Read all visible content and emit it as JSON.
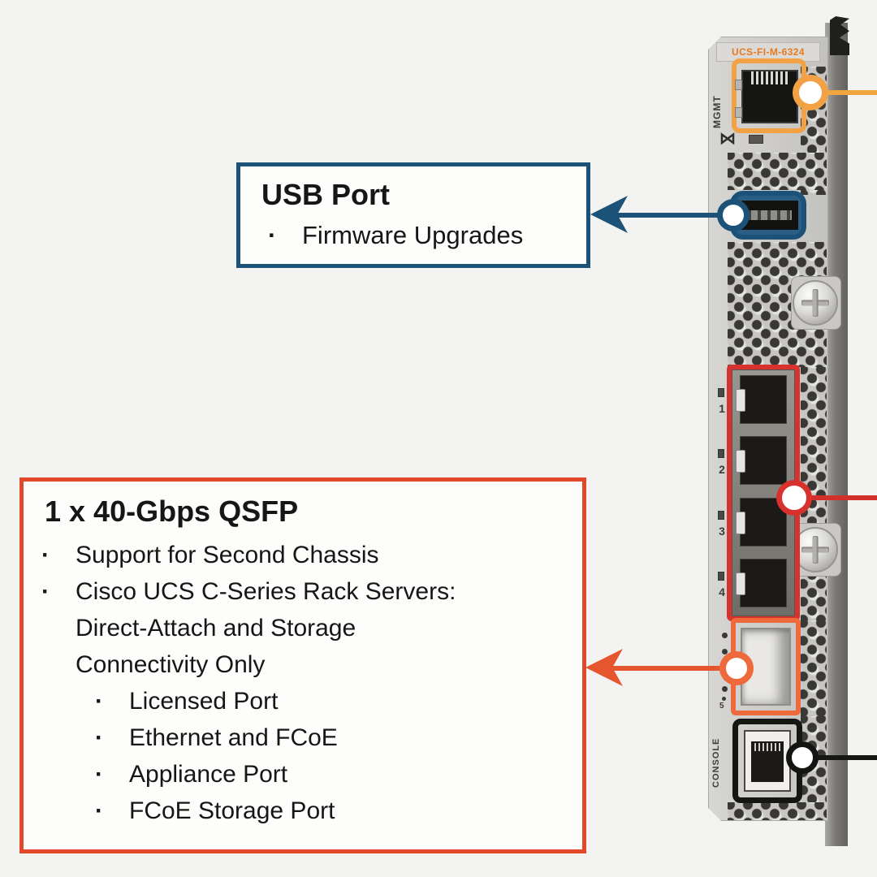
{
  "page": {
    "background": "#f3f4f2"
  },
  "device": {
    "model_label": "UCS-FI-M-6324",
    "ports": {
      "mgmt_label": "MGMT",
      "console_label": "CONSOLE",
      "qsfp_numbers": [
        "1",
        "2",
        "3",
        "4"
      ],
      "scalability_led_label": "5"
    }
  },
  "callouts": {
    "usb": {
      "title": "USB Port",
      "bullet": "Firmware Upgrades",
      "border_color": "#1c5277"
    },
    "qsfp": {
      "title": "1 x 40-Gbps QSFP",
      "bullets": [
        {
          "lines": [
            "Support for Second Chassis"
          ]
        },
        {
          "lines": [
            "Cisco UCS C-Series Rack Servers:",
            "Direct-Attach and Storage",
            "Connectivity Only"
          ]
        }
      ],
      "sub_bullets": [
        "Licensed Port",
        "Ethernet and FCoE",
        "Appliance Port",
        "FCoE Storage Port"
      ],
      "border_color": "#e2492a"
    }
  },
  "connectors": {
    "mgmt_color": "#f2a245",
    "usb_color": "#1c5277",
    "qsfp_color": "#d8322e",
    "scalability_color": "#e6562e",
    "console_color": "#141412"
  },
  "glyphs": {
    "bullet": "·",
    "mgmt_icon": "⋈"
  }
}
